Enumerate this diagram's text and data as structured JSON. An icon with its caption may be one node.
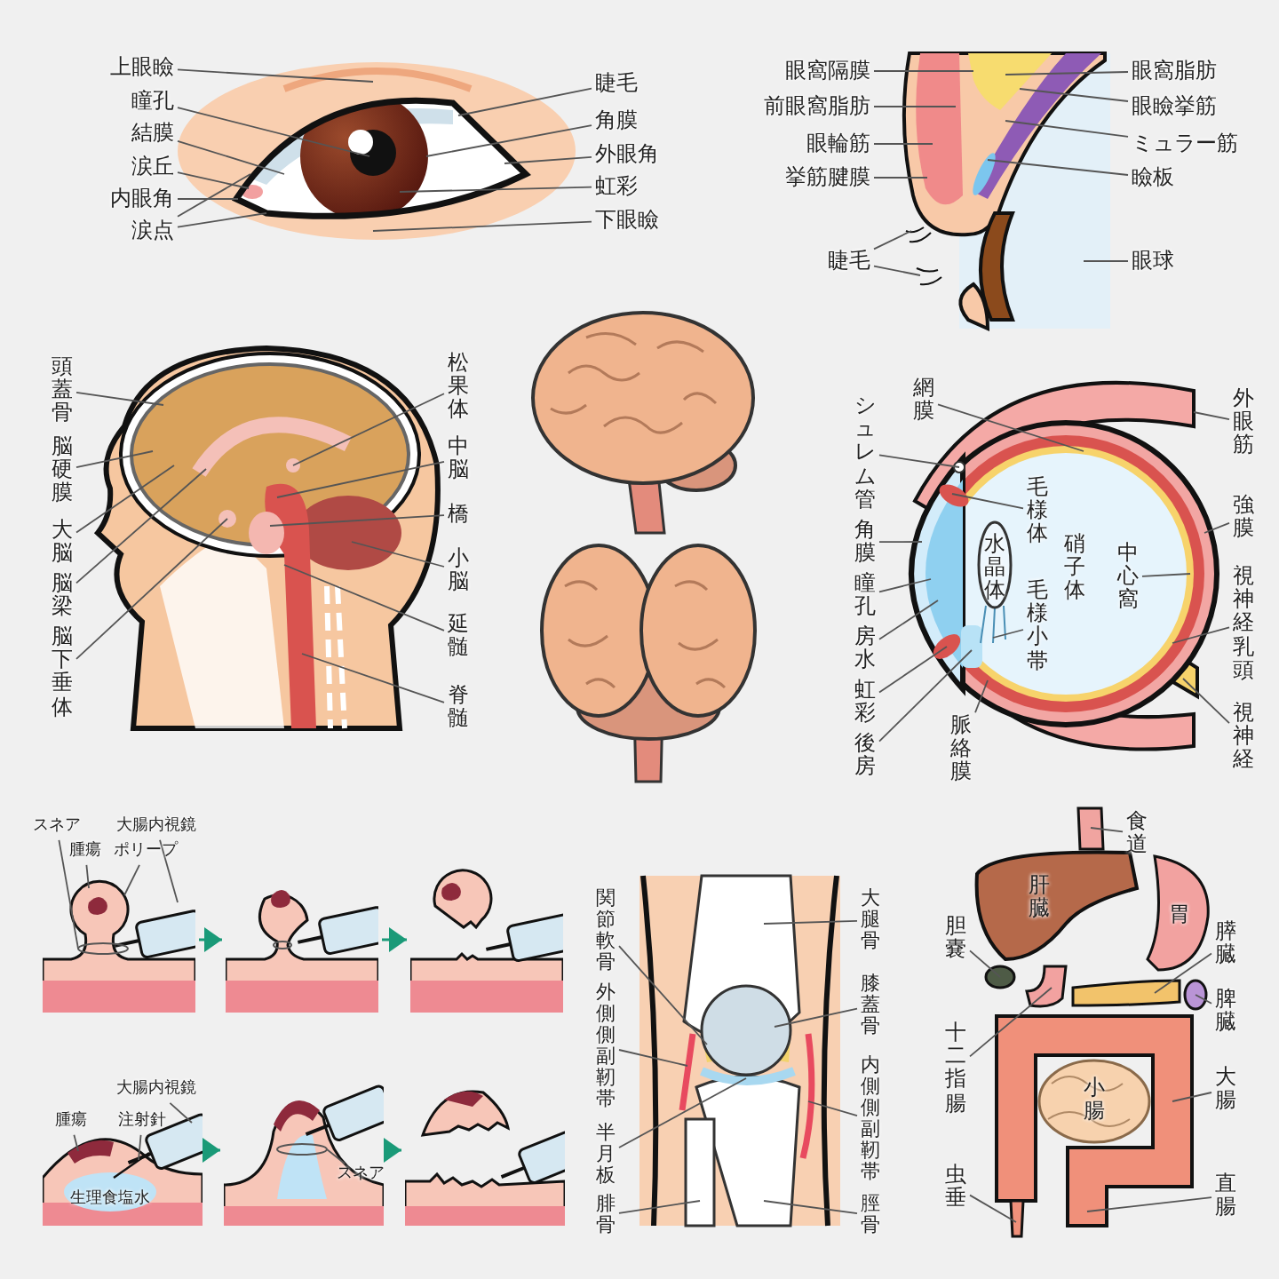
{
  "diagram": {
    "nodes": [
      {
        "text": [
          "上眼瞼"
        ]
      },
      {
        "text": [
          "瞳孔"
        ]
      },
      {
        "text": [
          "結膜"
        ]
      },
      {
        "text": [
          "涙丘"
        ]
      },
      {
        "text": [
          "内眼角"
        ]
      },
      {
        "text": [
          "涙点"
        ]
      },
      {
        "text": [
          "睫毛"
        ]
      },
      {
        "text": [
          "角膜"
        ]
      },
      {
        "text": [
          "外眼角"
        ]
      },
      {
        "text": [
          "虹彩"
        ]
      },
      {
        "text": [
          "下眼瞼"
        ]
      },
      {
        "text": [
          "眼窩隔膜"
        ]
      },
      {
        "text": [
          "前眼窩脂肪"
        ]
      },
      {
        "text": [
          "眼輪筋"
        ]
      },
      {
        "text": [
          "挙筋腱膜"
        ]
      },
      {
        "text": [
          "睫毛"
        ]
      },
      {
        "text": [
          "眼窩脂肪"
        ]
      },
      {
        "text": [
          "眼瞼挙筋"
        ]
      },
      {
        "text": [
          "ミュラー筋"
        ]
      },
      {
        "text": [
          "瞼板"
        ]
      },
      {
        "text": [
          "眼球"
        ]
      },
      {
        "text": [
          "頭蓋骨"
        ]
      },
      {
        "text": [
          "脳硬膜"
        ]
      },
      {
        "text": [
          "大脳"
        ]
      },
      {
        "text": [
          "脳梁"
        ]
      },
      {
        "text": [
          "脳下垂体"
        ]
      },
      {
        "text": [
          "松果体"
        ]
      },
      {
        "text": [
          "中脳"
        ]
      },
      {
        "text": [
          "橋"
        ]
      },
      {
        "text": [
          "小脳"
        ]
      },
      {
        "text": [
          "延髄"
        ]
      },
      {
        "text": [
          "脊髄"
        ]
      },
      {
        "text": [
          "シュレム管"
        ]
      },
      {
        "text": [
          "角膜"
        ]
      },
      {
        "text": [
          "瞳孔"
        ]
      },
      {
        "text": [
          "房水"
        ]
      },
      {
        "text": [
          "虹彩"
        ]
      },
      {
        "text": [
          "後房"
        ]
      },
      {
        "text": [
          "網膜"
        ]
      },
      {
        "text": [
          "毛様体"
        ]
      },
      {
        "text": [
          "中心窩"
        ]
      },
      {
        "text": [
          "毛様小帯"
        ]
      },
      {
        "text": [
          "脈絡膜"
        ]
      },
      {
        "text": [
          "外眼筋"
        ]
      },
      {
        "text": [
          "強膜"
        ]
      },
      {
        "text": [
          "視神経乳頭"
        ]
      },
      {
        "text": [
          "視神経"
        ]
      },
      {
        "text": [
          "スネア"
        ]
      },
      {
        "text": [
          "大腸内視鏡"
        ]
      },
      {
        "text": [
          "腫瘍"
        ]
      },
      {
        "text": [
          "ポリープ"
        ]
      },
      {
        "text": [],
        "shape": "picture"
      },
      {
        "text": [],
        "shape": "picture"
      },
      {
        "text": [],
        "shape": "picture"
      },
      {
        "text": [],
        "shape": "picture"
      },
      {
        "text": [],
        "shape": "picture"
      },
      {
        "text": [],
        "shape": "picture"
      },
      {
        "text": [
          "大腸内視鏡"
        ]
      },
      {
        "text": [
          "腫瘍"
        ]
      },
      {
        "text": [
          "注射針"
        ]
      },
      {
        "text": [
          "スネア"
        ]
      },
      {
        "text": [
          "関節軟骨"
        ]
      },
      {
        "text": [
          "外側側副靭帯"
        ]
      },
      {
        "text": [
          "半月板"
        ]
      },
      {
        "text": [
          "腓骨"
        ]
      },
      {
        "text": [
          "大腿骨"
        ]
      },
      {
        "text": [
          "膝蓋骨"
        ]
      },
      {
        "text": [
          "内側側副靭帯"
        ]
      },
      {
        "text": [
          "脛骨"
        ]
      },
      {
        "text": [
          "食道"
        ]
      },
      {
        "text": [
          "胆嚢"
        ]
      },
      {
        "text": [
          "膵臓"
        ]
      },
      {
        "text": [
          "脾臓"
        ]
      },
      {
        "text": [
          "十二指腸"
        ]
      },
      {
        "text": [
          "大腸"
        ]
      },
      {
        "text": [
          "虫垂"
        ]
      },
      {
        "text": [
          "直腸"
        ]
      },
      {
        "text": [],
        "shape": "bar"
      },
      {
        "text": [
          "肝臓"
        ]
      },
      {
        "text": [
          "胃"
        ]
      },
      {
        "text": [],
        "shape": "circle"
      },
      {
        "text": [],
        "shape": "picture"
      },
      {
        "text": [],
        "shape": "bar"
      },
      {
        "text": [],
        "shape": "circle"
      },
      {
        "text": [],
        "shape": "picture"
      },
      {
        "text": [
          "小腸"
        ],
        "in": 84
      },
      {
        "text": [],
        "shape": "bar"
      }
    ],
    "edges": [
      {
        "from": 0,
        "to": null,
        "arrow": "none"
      },
      {
        "from": 1,
        "to": null,
        "arrow": "none"
      },
      {
        "from": 2,
        "to": null,
        "arrow": "none"
      },
      {
        "from": 3,
        "to": null,
        "arrow": "none"
      },
      {
        "from": 4,
        "to": null,
        "arrow": "none"
      },
      {
        "from": 5,
        "to": null,
        "arrow": "none"
      },
      {
        "from": 5,
        "to": null,
        "arrow": "none"
      },
      {
        "from": 6,
        "to": null,
        "arrow": "none"
      },
      {
        "from": 7,
        "to": null,
        "arrow": "none"
      },
      {
        "from": 8,
        "to": null,
        "arrow": "none"
      },
      {
        "from": 9,
        "to": null,
        "arrow": "none"
      },
      {
        "from": 10,
        "to": null,
        "arrow": "none"
      },
      {
        "from": 11,
        "to": null,
        "arrow": "none"
      },
      {
        "from": 12,
        "to": null,
        "arrow": "none"
      },
      {
        "from": 13,
        "to": null,
        "arrow": "none"
      },
      {
        "from": 14,
        "to": null,
        "arrow": "none"
      },
      {
        "from": 15,
        "to": null,
        "arrow": "none"
      },
      {
        "from": 15,
        "to": null,
        "arrow": "none"
      },
      {
        "from": 16,
        "to": null,
        "arrow": "none"
      },
      {
        "from": 17,
        "to": null,
        "arrow": "none"
      },
      {
        "from": 18,
        "to": null,
        "arrow": "none"
      },
      {
        "from": 19,
        "to": null,
        "arrow": "none"
      },
      {
        "from": 20,
        "to": null,
        "arrow": "none"
      },
      {
        "from": 21,
        "to": null,
        "arrow": "none"
      },
      {
        "from": 22,
        "to": null,
        "arrow": "none"
      },
      {
        "from": 23,
        "to": null,
        "arrow": "none"
      },
      {
        "from": 24,
        "to": null,
        "arrow": "none"
      },
      {
        "from": 25,
        "to": null,
        "arrow": "none"
      },
      {
        "from": 26,
        "to": null,
        "arrow": "none"
      },
      {
        "from": 27,
        "to": null,
        "arrow": "none"
      },
      {
        "from": 28,
        "to": null,
        "arrow": "none"
      },
      {
        "from": 29,
        "to": null,
        "arrow": "none"
      },
      {
        "from": 30,
        "to": null,
        "arrow": "none"
      },
      {
        "from": 31,
        "to": null,
        "arrow": "none"
      },
      {
        "from": 32,
        "to": null,
        "arrow": "none"
      },
      {
        "from": 33,
        "to": null,
        "arrow": "none"
      },
      {
        "from": 34,
        "to": null,
        "arrow": "none"
      },
      {
        "from": 35,
        "to": null,
        "arrow": "none"
      },
      {
        "from": 36,
        "to": null,
        "arrow": "none"
      },
      {
        "from": 37,
        "to": null,
        "arrow": "none"
      },
      {
        "from": 38,
        "to": null,
        "arrow": "none"
      },
      {
        "from": 39,
        "to": null,
        "arrow": "none"
      },
      {
        "from": 40,
        "to": null,
        "arrow": "none"
      },
      {
        "from": 41,
        "to": null,
        "arrow": "none"
      },
      {
        "from": 42,
        "to": null,
        "arrow": "none"
      },
      {
        "from": 43,
        "to": null,
        "arrow": "none"
      },
      {
        "from": 44,
        "to": null,
        "arrow": "none"
      },
      {
        "from": 45,
        "to": null,
        "arrow": "none"
      },
      {
        "from": 46,
        "to": null,
        "arrow": "none"
      },
      {
        "from": 47,
        "to": 51,
        "arrow": "none"
      },
      {
        "from": 48,
        "to": 51,
        "arrow": "none"
      },
      {
        "from": 49,
        "to": 51,
        "arrow": "none"
      },
      {
        "from": 50,
        "to": 51,
        "arrow": "none"
      },
      {
        "from": 51,
        "to": 52,
        "arrow": "to",
        "color": "#1a9a78"
      },
      {
        "from": 52,
        "to": 53,
        "arrow": "to",
        "color": "#1a9a78"
      },
      {
        "from": 57,
        "to": 54,
        "arrow": "none"
      },
      {
        "from": 58,
        "to": 54,
        "arrow": "none"
      },
      {
        "from": 59,
        "to": 54,
        "arrow": "none"
      },
      {
        "from": 60,
        "to": 55,
        "arrow": "none"
      },
      {
        "from": 54,
        "to": 55,
        "arrow": "to",
        "color": "#1a9a78"
      },
      {
        "from": 55,
        "to": 56,
        "arrow": "to",
        "color": "#1a9a78"
      },
      {
        "from": 61,
        "to": null,
        "arrow": "none"
      },
      {
        "from": 62,
        "to": null,
        "arrow": "none"
      },
      {
        "from": 63,
        "to": null,
        "arrow": "none"
      },
      {
        "from": 64,
        "to": null,
        "arrow": "none"
      },
      {
        "from": 65,
        "to": null,
        "arrow": "none"
      },
      {
        "from": 66,
        "to": null,
        "arrow": "none"
      },
      {
        "from": 67,
        "to": null,
        "arrow": "none"
      },
      {
        "from": 68,
        "to": null,
        "arrow": "none"
      },
      {
        "from": 69,
        "to": 77,
        "arrow": "none"
      },
      {
        "from": 70,
        "to": 80,
        "arrow": "none"
      },
      {
        "from": 71,
        "to": 82,
        "arrow": "none"
      },
      {
        "from": 72,
        "to": 83,
        "arrow": "none"
      },
      {
        "from": 73,
        "to": 81,
        "arrow": "none"
      },
      {
        "from": 74,
        "to": 84,
        "arrow": "none"
      },
      {
        "from": 75,
        "to": 86,
        "arrow": "none"
      },
      {
        "from": 76,
        "to": 84,
        "arrow": "none"
      }
    ],
    "labels": [
      "水晶体",
      "硝子体",
      "生理食塩水"
    ]
  }
}
